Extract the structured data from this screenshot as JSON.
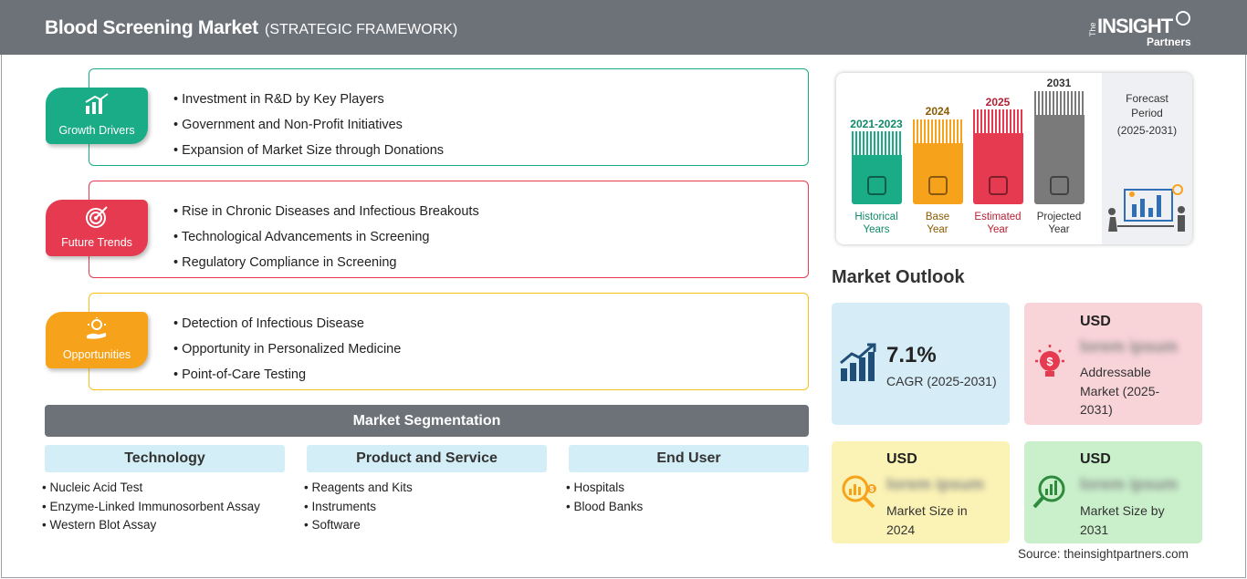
{
  "header": {
    "title": "Blood Screening Market",
    "subtitle": "(STRATEGIC FRAMEWORK)",
    "logo": {
      "the": "The",
      "insight": "INSIGHT",
      "partners": "Partners"
    }
  },
  "framework": [
    {
      "label": "Growth Drivers",
      "color": "#1aab87",
      "icon": "bar-growth-icon",
      "items": [
        "Investment in R&D by Key Players",
        "Government and Non-Profit Initiatives",
        "Expansion of Market Size through Donations"
      ]
    },
    {
      "label": "Future Trends",
      "color": "#e53a4f",
      "icon": "target-icon",
      "items": [
        "Rise in Chronic Diseases and Infectious Breakouts",
        "Technological Advancements in Screening",
        "Regulatory Compliance in Screening"
      ]
    },
    {
      "label": "Opportunities",
      "color": "#f7a21b",
      "icon": "lightbulb-hand-icon",
      "items": [
        "Detection of Infectious Disease",
        "Opportunity in Personalized Medicine",
        "Point-of-Care Testing"
      ]
    }
  ],
  "segmentation": {
    "title": "Market Segmentation",
    "columns": [
      {
        "header": "Technology",
        "items": [
          "Nucleic Acid Test",
          "Enzyme-Linked Immunosorbent Assay",
          "Western Blot Assay"
        ]
      },
      {
        "header": "Product and Service",
        "items": [
          "Reagents and Kits",
          "Instruments",
          "Software"
        ]
      },
      {
        "header": "End User",
        "items": [
          "Hospitals",
          "Blood Banks"
        ]
      }
    ]
  },
  "timeline": {
    "periods": [
      {
        "year": "2021-2023",
        "label1": "Historical",
        "label2": "Years",
        "color": "#1aab87",
        "icon": "history-icon"
      },
      {
        "year": "2024",
        "label1": "Base",
        "label2": "Year",
        "color": "#f7a21b",
        "icon": "calendar-icon"
      },
      {
        "year": "2025",
        "label1": "Estimated",
        "label2": "Year",
        "color": "#e53a4f",
        "icon": "estimate-icon"
      },
      {
        "year": "2031",
        "label1": "Projected",
        "label2": "Year",
        "color": "#7a7a7a",
        "icon": "projection-icon"
      }
    ],
    "forecast_line1": "Forecast",
    "forecast_line2": "Period",
    "forecast_line3": "(2025-2031)"
  },
  "outlook": {
    "title": "Market Outlook",
    "cagr_value": "7.1%",
    "cagr_label": "CAGR (2025-2031)",
    "addressable_usd": "USD",
    "addressable_value": "lorem ipsum",
    "addressable_line1": "Addressable",
    "addressable_line2": "Market (2025-",
    "addressable_line3": "2031)",
    "size2024_usd": "USD",
    "size2024_value": "lorem ipsum",
    "size2024_line1": "Market Size in",
    "size2024_line2": "2024",
    "size2031_usd": "USD",
    "size2031_value": "lorem ipsum",
    "size2031_line1": "Market Size by",
    "size2031_line2": "2031"
  },
  "source": "Source: theinsightpartners.com"
}
